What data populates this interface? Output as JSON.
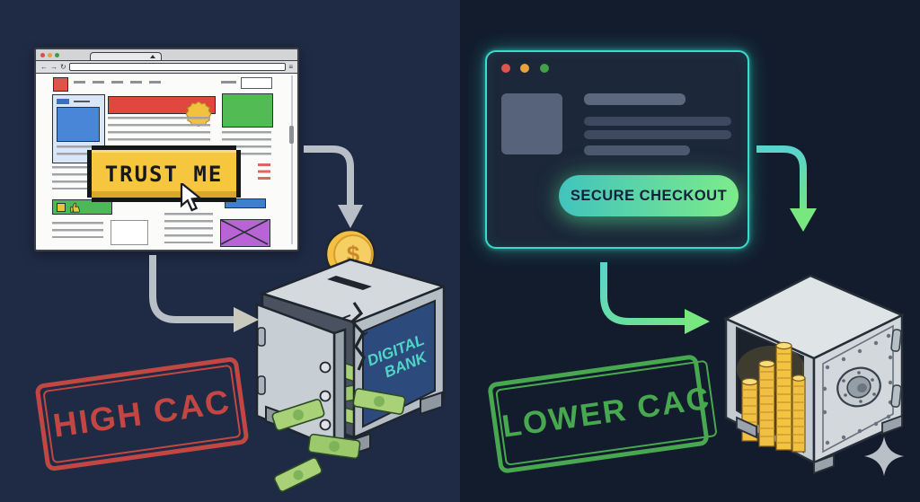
{
  "title": "High CAC vs Lower CAC comparison illustration",
  "left": {
    "background_color": "#1f2a44",
    "browser": {
      "traffic_light_colors": [
        "#d94f46",
        "#e3a33c",
        "#3f9e45"
      ],
      "nav_icons": [
        "back-arrow",
        "forward-arrow",
        "refresh",
        "hamburger-menu"
      ],
      "back_glyph": "←",
      "forward_glyph": "→",
      "refresh_glyph": "↻",
      "menu_glyph": "≡",
      "url_value": "",
      "trust_button_label": "TRUST ME",
      "trust_button_color": "#f5c63e"
    },
    "safe": {
      "label_line1": "DIGITAL",
      "label_line2": "BANK",
      "label_color": "#4fd6c5",
      "panel_color": "#2d4a7d",
      "coin_symbol": "$"
    },
    "stamp": {
      "label": "HIGH CAC",
      "color": "#cf4a43"
    }
  },
  "right": {
    "background_color": "#121c2d",
    "browser": {
      "traffic_light_colors": [
        "#e0544c",
        "#e8a33d",
        "#43a047"
      ],
      "border_glow_color": "#38dcc9",
      "checkout_button_label": "SECURE CHECKOUT",
      "checkout_gradient": [
        "#41c4bd",
        "#7deb8a"
      ]
    },
    "stamp": {
      "label": "LOWER CAC",
      "color": "#4db353"
    }
  },
  "icons": [
    "cursor-pointer",
    "starburst-badge",
    "thumbs-up",
    "dollar-coin",
    "money-bills",
    "coin-stacks",
    "vault-dial",
    "sparkle"
  ],
  "arrows": {
    "left_color": "#b9bfc7",
    "right_gradient": [
      "#5ad3cc",
      "#74e584"
    ]
  }
}
